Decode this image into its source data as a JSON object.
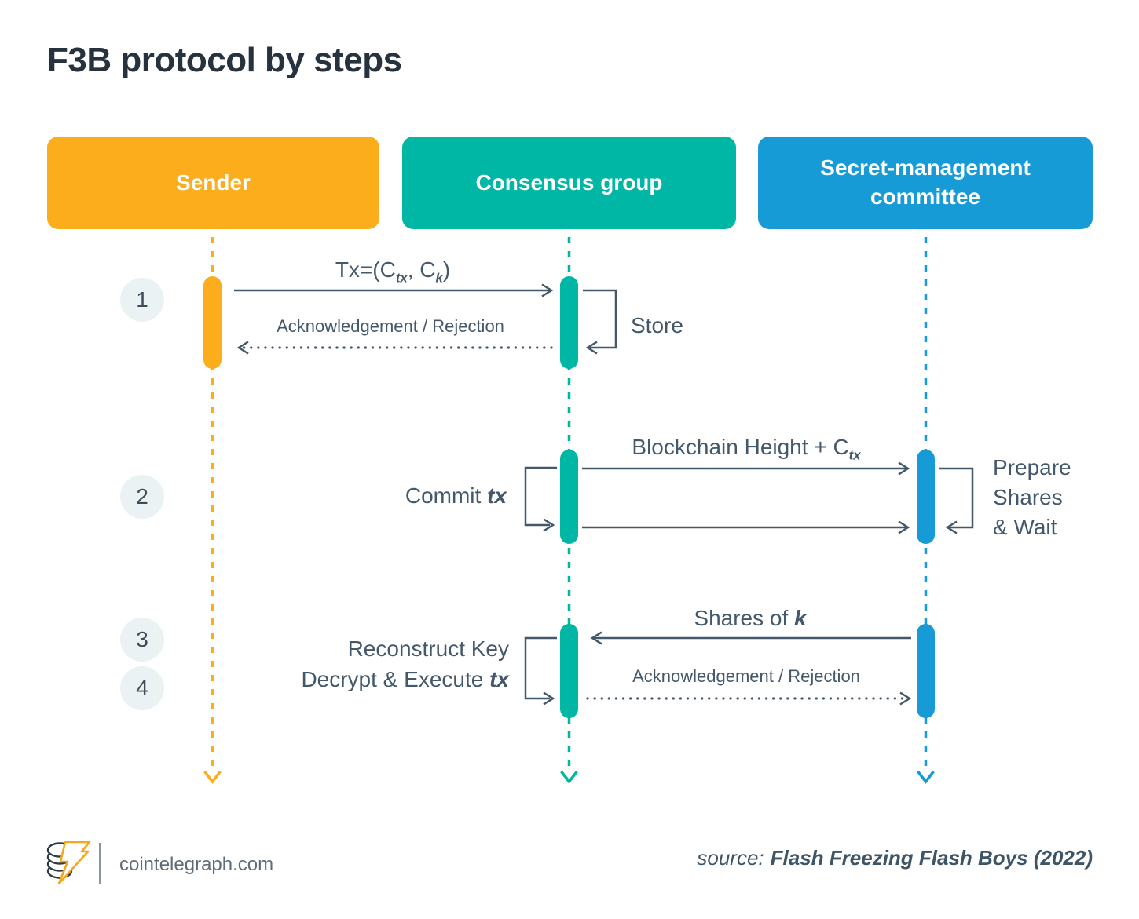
{
  "title": "F3B protocol by steps",
  "actors": [
    {
      "label": "Sender",
      "color": "#FBAD1B"
    },
    {
      "label": "Consensus group",
      "color": "#00B6A4"
    },
    {
      "label": "Secret-management committee",
      "color": "#169BD7"
    }
  ],
  "steps": [
    {
      "number": "1"
    },
    {
      "number": "2"
    },
    {
      "number": "3"
    },
    {
      "number": "4"
    }
  ],
  "messages": {
    "tx_send": {
      "prefix": "Tx=(C",
      "sub1": "tx",
      "mid": ", C",
      "sub2": "k",
      "suffix": ")"
    },
    "ack": "Acknowledgement / Rejection",
    "store": "Store",
    "blockchain_height": {
      "prefix": "Blockchain Height + C",
      "sub": "tx"
    },
    "commit": {
      "prefix": "Commit",
      "emph": "tx"
    },
    "prepare": {
      "line1": "Prepare",
      "line2": "Shares",
      "line3": "& Wait"
    },
    "shares": {
      "prefix": "Shares of",
      "emph": "k"
    },
    "reconstruct": {
      "line1": "Reconstruct Key",
      "line2_prefix": "Decrypt & Execute",
      "emph": "tx"
    }
  },
  "colors": {
    "accent_orange": "#FBAD1B",
    "accent_teal": "#00B6A4",
    "accent_blue": "#169BD7",
    "arrow": "#44586B",
    "title_text": "#26333E",
    "step_circle_bg": "#EAF2F4"
  },
  "footer": {
    "site": "cointelegraph.com",
    "source_label": "source:",
    "source_title": "Flash Freezing Flash Boys (2022)"
  }
}
